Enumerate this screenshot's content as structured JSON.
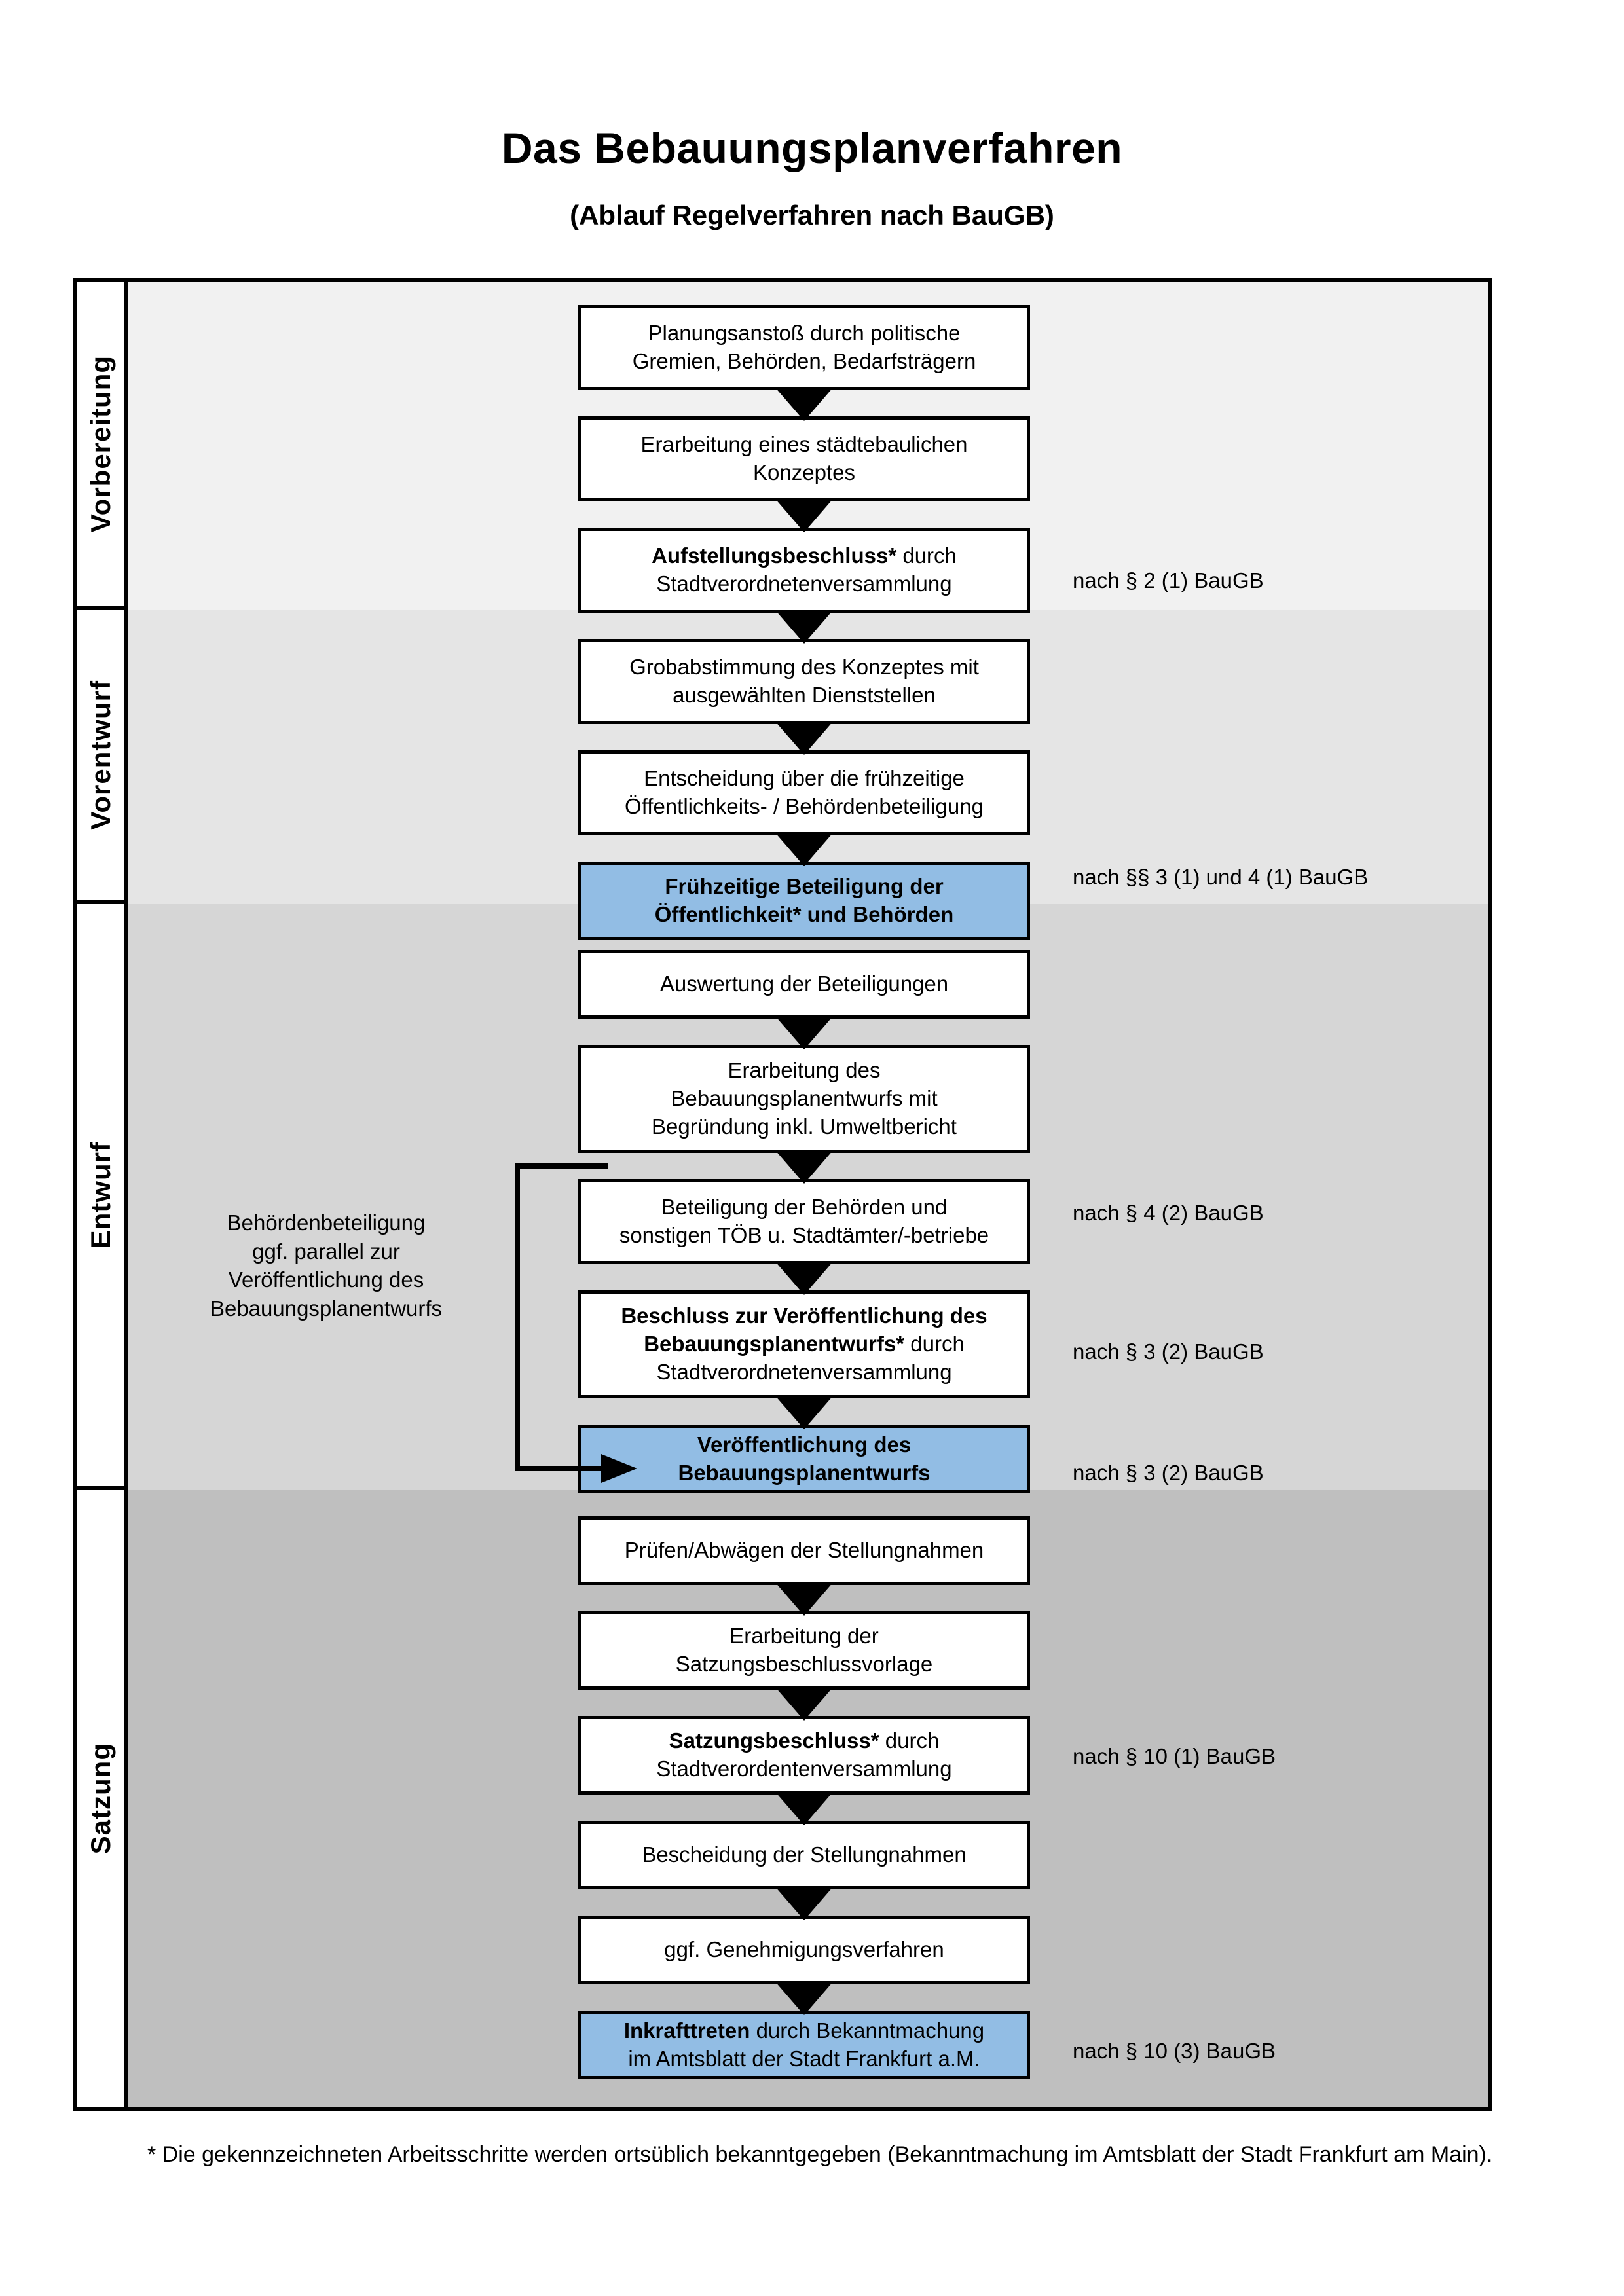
{
  "document": {
    "title": "Das Bebauungsplanverfahren",
    "subtitle": "(Ablauf Regelverfahren nach BauGB)",
    "footnote": "* Die gekennzeichneten Arbeitsschritte werden ortsüblich bekanntgegeben (Bekanntmachung im Amtsblatt  der Stadt Frankfurt am Main)."
  },
  "colors": {
    "highlight_box": "#92bde4",
    "band_vorbereitung": "#f1f1f1",
    "band_vorentwurf": "#e5e5e5",
    "band_entwurf": "#d6d6d6",
    "band_satzung": "#bfbfbf",
    "border": "#000000"
  },
  "phases": [
    {
      "id": "vorbereitung",
      "label": "Vorbereitung"
    },
    {
      "id": "vorentwurf",
      "label": "Vorentwurf"
    },
    {
      "id": "entwurf",
      "label": "Entwurf"
    },
    {
      "id": "satzung",
      "label": "Satzung"
    }
  ],
  "side_note": {
    "lines": [
      "Behördenbeteiligung",
      "ggf. parallel zur",
      "Veröffentlichung des",
      "Bebauungsplanentwurfs"
    ]
  },
  "steps": [
    {
      "id": "planungsanstoss",
      "phase": "vorbereitung",
      "highlighted": false,
      "bold_prefix": "",
      "lines": [
        "Planungsanstoß durch politische",
        "Gremien, Behörden, Bedarfsträgern"
      ]
    },
    {
      "id": "staedtebauliches-konzept",
      "phase": "vorbereitung",
      "highlighted": false,
      "bold_prefix": "",
      "lines": [
        "Erarbeitung eines städtebaulichen",
        "Konzeptes"
      ]
    },
    {
      "id": "aufstellungsbeschluss",
      "phase": "vorbereitung",
      "highlighted": false,
      "bold_prefix": "Aufstellungsbeschluss*",
      "bold_suffix": " durch",
      "lines": [
        "Stadtverordnetenversammlung"
      ]
    },
    {
      "id": "grobabstimmung",
      "phase": "vorentwurf",
      "highlighted": false,
      "bold_prefix": "",
      "lines": [
        "Grobabstimmung des Konzeptes mit",
        "ausgewählten Dienststellen"
      ]
    },
    {
      "id": "entscheidung-fruehzeitige-beteiligung",
      "phase": "vorentwurf",
      "highlighted": false,
      "bold_prefix": "",
      "lines": [
        "Entscheidung über die frühzeitige",
        "Öffentlichkeits- / Behördenbeteiligung"
      ]
    },
    {
      "id": "fruehzeitige-beteiligung",
      "phase": "vorentwurf",
      "highlighted": true,
      "all_bold": true,
      "lines": [
        "Frühzeitige Beteiligung der",
        "Öffentlichkeit* und Behörden"
      ]
    },
    {
      "id": "auswertung-beteiligungen",
      "phase": "entwurf",
      "highlighted": false,
      "bold_prefix": "",
      "lines": [
        "Auswertung der Beteiligungen"
      ]
    },
    {
      "id": "erarbeitung-bebauungsplanentwurf",
      "phase": "entwurf",
      "highlighted": false,
      "bold_prefix": "",
      "lines": [
        "Erarbeitung des",
        "Bebauungsplanentwurfs mit",
        "Begründung inkl. Umweltbericht"
      ]
    },
    {
      "id": "beteiligung-behoerden-toeb",
      "phase": "entwurf",
      "highlighted": false,
      "bold_prefix": "",
      "lines": [
        "Beteiligung der Behörden und",
        "sonstigen TÖB u. Stadtämter/-betriebe"
      ]
    },
    {
      "id": "beschluss-veroeffentlichung",
      "phase": "entwurf",
      "highlighted": false,
      "bold_prefix": "Beschluss zur Veröffentlichung des Bebauungsplanentwurfs*",
      "bold_suffix": " durch",
      "lines": [
        "Stadtverordnetenversammlung"
      ]
    },
    {
      "id": "veroeffentlichung-entwurf",
      "phase": "entwurf",
      "highlighted": true,
      "all_bold": true,
      "lines": [
        "Veröffentlichung des",
        "Bebauungsplanentwurfs"
      ]
    },
    {
      "id": "pruefen-abwaegen",
      "phase": "satzung",
      "highlighted": false,
      "bold_prefix": "",
      "lines": [
        "Prüfen/Abwägen der Stellungnahmen"
      ]
    },
    {
      "id": "erarbeitung-satzungsbeschlussvorlage",
      "phase": "satzung",
      "highlighted": false,
      "bold_prefix": "",
      "lines": [
        "Erarbeitung der",
        "Satzungsbeschlussvorlage"
      ]
    },
    {
      "id": "satzungsbeschluss",
      "phase": "satzung",
      "highlighted": false,
      "bold_prefix": "Satzungsbeschluss*",
      "bold_suffix": " durch",
      "lines": [
        "Stadtverordentenversammlung"
      ]
    },
    {
      "id": "bescheidung-stellungnahmen",
      "phase": "satzung",
      "highlighted": false,
      "bold_prefix": "",
      "lines": [
        "Bescheidung der Stellungnahmen"
      ]
    },
    {
      "id": "genehmigungsverfahren",
      "phase": "satzung",
      "highlighted": false,
      "bold_prefix": "",
      "lines": [
        "ggf. Genehmigungsverfahren"
      ]
    },
    {
      "id": "inkrafttreten",
      "phase": "satzung",
      "highlighted": true,
      "bold_prefix": "Inkrafttreten",
      "bold_suffix": " durch Bekanntmachung",
      "lines": [
        "im Amtsblatt der Stadt Frankfurt a.M."
      ]
    }
  ],
  "law_notes": [
    {
      "id": "note-par2-1",
      "text": "nach § 2 (1) BauGB"
    },
    {
      "id": "note-par3-1-4-1",
      "text": "nach §§ 3 (1) und 4 (1) BauGB"
    },
    {
      "id": "note-par4-2",
      "text": "nach § 4 (2) BauGB"
    },
    {
      "id": "note-par3-2-a",
      "text": "nach § 3 (2) BauGB"
    },
    {
      "id": "note-par3-2-b",
      "text": "nach § 3 (2) BauGB"
    },
    {
      "id": "note-par10-1",
      "text": "nach § 10 (1) BauGB"
    },
    {
      "id": "note-par10-3",
      "text": "nach § 10 (3) BauGB"
    }
  ]
}
